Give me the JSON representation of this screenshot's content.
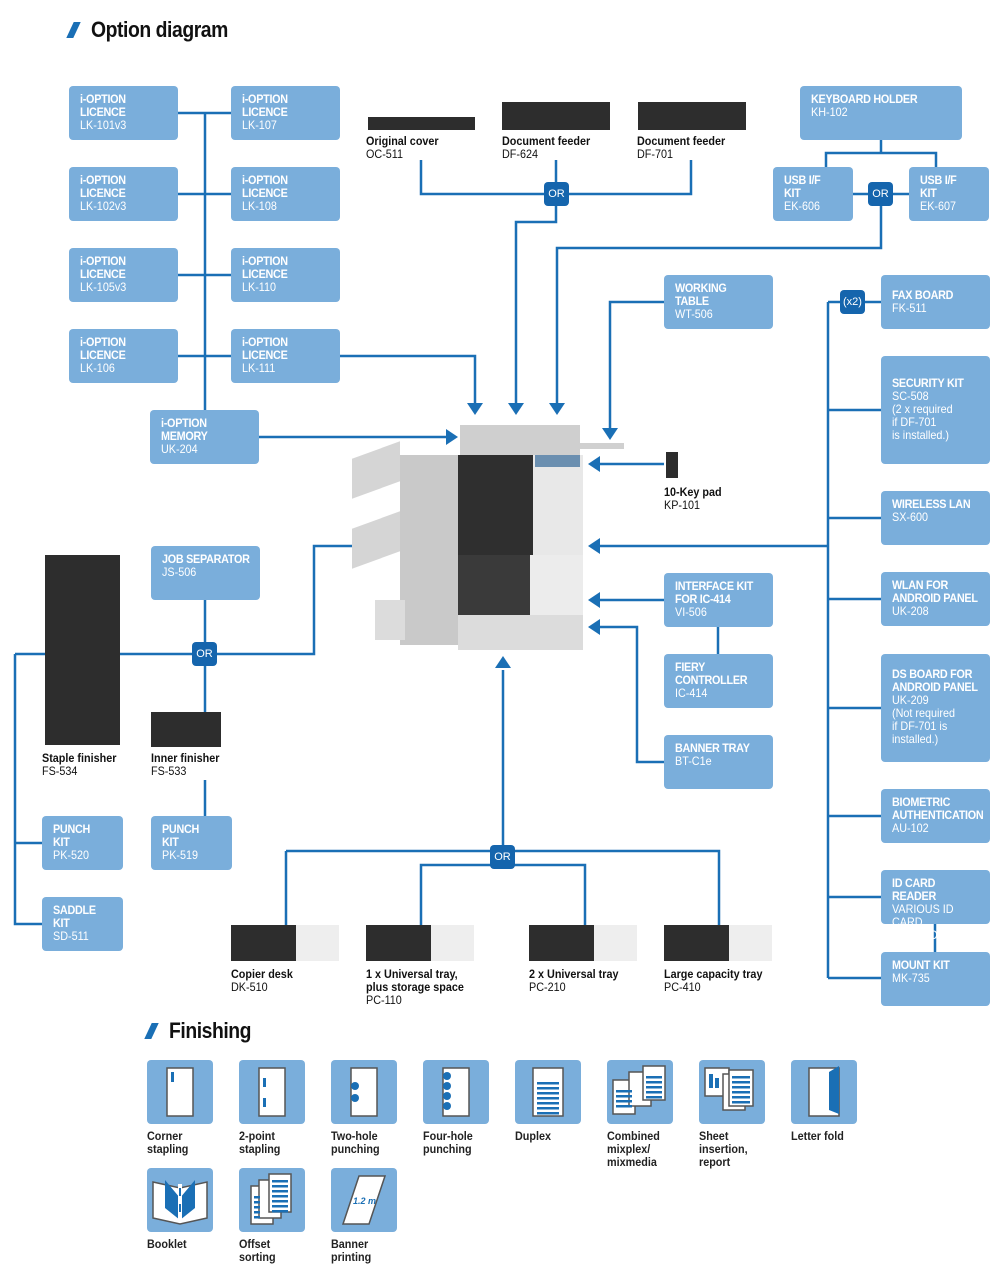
{
  "headings": {
    "options": "Option diagram",
    "finishing": "Finishing"
  },
  "colors": {
    "box": "#7aaedb",
    "line": "#1a6fb5",
    "badge": "#1565ad"
  },
  "or_label": "OR",
  "multiplier_label": "(x2)",
  "boxes": [
    {
      "title": "i-OPTION\nLICENCE",
      "code": "LK-101v3"
    },
    {
      "title": "i-OPTION\nLICENCE",
      "code": "LK-107"
    },
    {
      "title": "i-OPTION\nLICENCE",
      "code": "LK-102v3"
    },
    {
      "title": "i-OPTION\nLICENCE",
      "code": "LK-108"
    },
    {
      "title": "i-OPTION\nLICENCE",
      "code": "LK-105v3"
    },
    {
      "title": "i-OPTION\nLICENCE",
      "code": "LK-110"
    },
    {
      "title": "i-OPTION\nLICENCE",
      "code": "LK-106"
    },
    {
      "title": "i-OPTION\nLICENCE",
      "code": "LK-111"
    },
    {
      "title": "i-OPTION\nMEMORY",
      "code": "UK-204"
    },
    {
      "title": "KEYBOARD HOLDER",
      "code": "KH-102"
    },
    {
      "title": "USB I/F\nKIT",
      "code": "EK-606"
    },
    {
      "title": "USB I/F\nKIT",
      "code": "EK-607"
    },
    {
      "title": "WORKING\nTABLE",
      "code": "WT-506"
    },
    {
      "title": "FAX BOARD",
      "code": "FK-511"
    },
    {
      "title": "SECURITY KIT",
      "code": "SC-508\n(2 x required\nif DF-701\nis installed.)"
    },
    {
      "title": "WIRELESS LAN",
      "code": "SX-600"
    },
    {
      "title": "WLAN FOR\nANDROID PANEL",
      "code": "UK-208"
    },
    {
      "title": "DS BOARD FOR\nANDROID PANEL",
      "code": "UK-209\n(Not required\nif DF-701 is\ninstalled.)"
    },
    {
      "title": "BIOMETRIC\nAUTHENTICATION",
      "code": "AU-102"
    },
    {
      "title": "ID CARD READER",
      "code": "VARIOUS ID CARD\nTECHNOLOGIES"
    },
    {
      "title": "MOUNT KIT",
      "code": "MK-735"
    },
    {
      "title": "INTERFACE KIT\nFOR IC-414",
      "code": "VI-506"
    },
    {
      "title": "FIERY\nCONTROLLER",
      "code": "IC-414"
    },
    {
      "title": "BANNER TRAY",
      "code": "BT-C1e"
    },
    {
      "title": "JOB SEPARATOR",
      "code": "JS-506"
    },
    {
      "title": "PUNCH\nKIT",
      "code": "PK-520"
    },
    {
      "title": "SADDLE\nKIT",
      "code": "SD-511"
    },
    {
      "title": "PUNCH\nKIT",
      "code": "PK-519"
    }
  ],
  "products": [
    {
      "name": "Original cover",
      "code": "OC-511"
    },
    {
      "name": "Document feeder",
      "code": "DF-624"
    },
    {
      "name": "Document feeder",
      "code": "DF-701"
    },
    {
      "name": "10-Key pad",
      "code": "KP-101"
    },
    {
      "name": "Staple finisher",
      "code": "FS-534"
    },
    {
      "name": "Inner finisher",
      "code": "FS-533"
    },
    {
      "name": "Copier desk",
      "code": "DK-510"
    },
    {
      "name": "1 x Universal tray,\nplus storage space",
      "code": "PC-110"
    },
    {
      "name": "2 x Universal tray",
      "code": "PC-210"
    },
    {
      "name": "Large capacity tray",
      "code": "PC-410"
    }
  ],
  "finishing": [
    {
      "label": "Corner\nstapling",
      "icon": "corner-staple-icon"
    },
    {
      "label": "2-point\nstapling",
      "icon": "two-point-staple-icon"
    },
    {
      "label": "Two-hole\npunching",
      "icon": "two-hole-punch-icon"
    },
    {
      "label": "Four-hole\npunching",
      "icon": "four-hole-punch-icon"
    },
    {
      "label": "Duplex",
      "icon": "duplex-icon"
    },
    {
      "label": "Combined\nmixplex/\nmixmedia",
      "icon": "mixplex-icon"
    },
    {
      "label": "Sheet\ninsertion,\nreport",
      "icon": "sheet-insertion-icon"
    },
    {
      "label": "Letter fold",
      "icon": "letter-fold-icon"
    },
    {
      "label": "Booklet",
      "icon": "booklet-icon"
    },
    {
      "label": "Offset\nsorting",
      "icon": "offset-sorting-icon"
    },
    {
      "label": "Banner\nprinting",
      "icon": "banner-printing-icon",
      "text": "1.2 m"
    }
  ]
}
